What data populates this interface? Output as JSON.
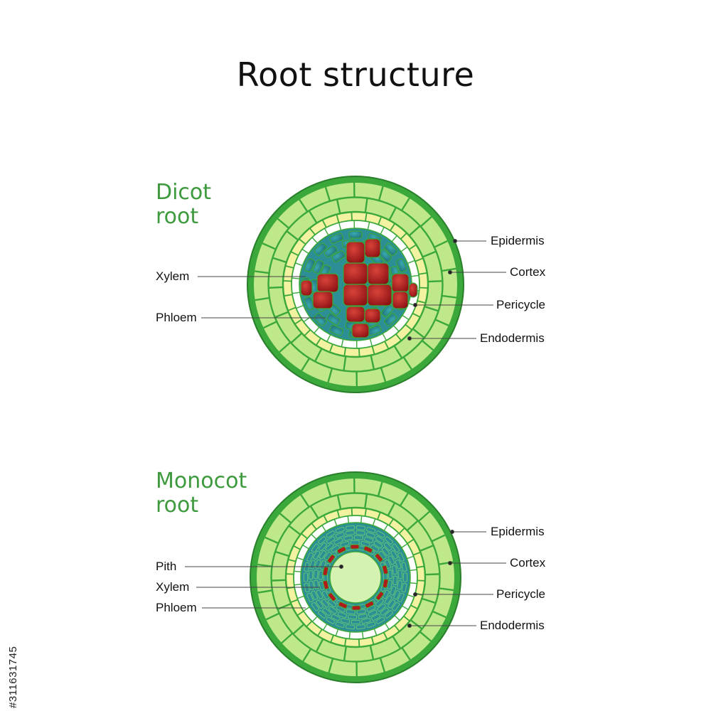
{
  "title": "Root structure",
  "dicot": {
    "title_line1": "Dicot",
    "title_line2": "root",
    "labels": {
      "xylem": "Xylem",
      "phloem": "Phloem",
      "epidermis": "Epidermis",
      "cortex": "Cortex",
      "pericycle": "Pericycle",
      "endodermis": "Endodermis"
    }
  },
  "monocot": {
    "title_line1": "Monocot",
    "title_line2": "root",
    "labels": {
      "pith": "Pith",
      "xylem": "Xylem",
      "phloem": "Phloem",
      "epidermis": "Epidermis",
      "cortex": "Cortex",
      "pericycle": "Pericycle",
      "endodermis": "Endodermis"
    }
  },
  "stock_id": "#311631745",
  "colors": {
    "epidermis": "#3aa83a",
    "cortex": "#bfe88a",
    "endodermis": "#f2f2a0",
    "pericycle": "#ffffff",
    "phloem": "#2c8f96",
    "xylem": "#b01b1b",
    "pith": "#d6f2b0",
    "title_green": "#3d9a3d"
  }
}
